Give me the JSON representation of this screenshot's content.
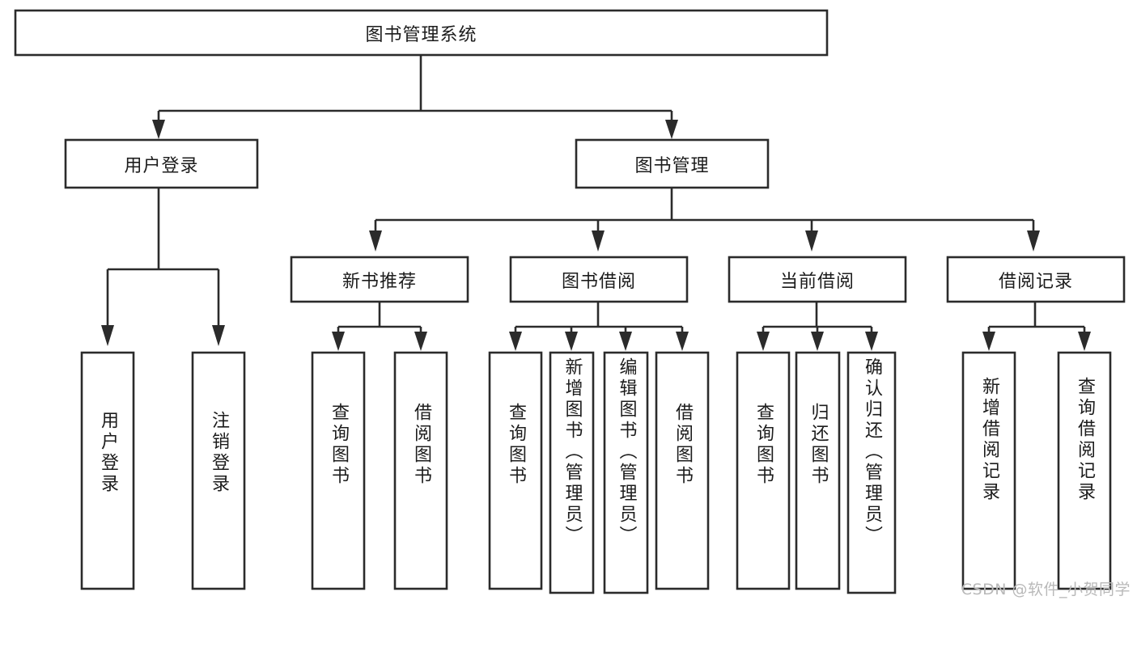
{
  "diagram": {
    "type": "hierarchy-tree",
    "title": "图书管理系统",
    "watermark": "CSDN @软件_小贺同学",
    "colors": {
      "background": "#ffffff",
      "stroke": "#2b2b2b",
      "text": "#1c1c1c",
      "watermark": "#b9b9b9"
    },
    "levels": [
      {
        "level": 1,
        "nodes": [
          {
            "id": "root",
            "label": "图书管理系统",
            "orientation": "horizontal"
          }
        ]
      },
      {
        "level": 2,
        "nodes": [
          {
            "id": "user-login",
            "label": "用户登录",
            "orientation": "horizontal",
            "parent": "root"
          },
          {
            "id": "book-manage",
            "label": "图书管理",
            "orientation": "horizontal",
            "parent": "root"
          }
        ]
      },
      {
        "level": 3,
        "nodes": [
          {
            "id": "new-book-rec",
            "label": "新书推荐",
            "orientation": "horizontal",
            "parent": "book-manage"
          },
          {
            "id": "book-borrow",
            "label": "图书借阅",
            "orientation": "horizontal",
            "parent": "book-manage"
          },
          {
            "id": "current-borrow",
            "label": "当前借阅",
            "orientation": "horizontal",
            "parent": "book-manage"
          },
          {
            "id": "borrow-record",
            "label": "借阅记录",
            "orientation": "horizontal",
            "parent": "book-manage"
          }
        ]
      },
      {
        "level": 4,
        "nodes": [
          {
            "id": "leaf-user-login",
            "label": "用户登录",
            "orientation": "vertical",
            "parent": "user-login"
          },
          {
            "id": "leaf-logout",
            "label": "注销登录",
            "orientation": "vertical",
            "parent": "user-login"
          },
          {
            "id": "leaf-query-book-1",
            "label": "查询图书",
            "orientation": "vertical",
            "parent": "new-book-rec"
          },
          {
            "id": "leaf-borrow-book-1",
            "label": "借阅图书",
            "orientation": "vertical",
            "parent": "new-book-rec"
          },
          {
            "id": "leaf-query-book-2",
            "label": "查询图书",
            "orientation": "vertical",
            "parent": "book-borrow"
          },
          {
            "id": "leaf-add-book",
            "label": "新增图书（管理员）",
            "orientation": "vertical",
            "parent": "book-borrow"
          },
          {
            "id": "leaf-edit-book",
            "label": "编辑图书（管理员）",
            "orientation": "vertical",
            "parent": "book-borrow"
          },
          {
            "id": "leaf-borrow-book-2",
            "label": "借阅图书",
            "orientation": "vertical",
            "parent": "book-borrow"
          },
          {
            "id": "leaf-query-book-3",
            "label": "查询图书",
            "orientation": "vertical",
            "parent": "current-borrow"
          },
          {
            "id": "leaf-return-book",
            "label": "归还图书",
            "orientation": "vertical",
            "parent": "current-borrow"
          },
          {
            "id": "leaf-confirm-return",
            "label": "确认归还（管理员）",
            "orientation": "vertical",
            "parent": "current-borrow"
          },
          {
            "id": "leaf-add-record",
            "label": "新增借阅记录",
            "orientation": "vertical",
            "parent": "borrow-record"
          },
          {
            "id": "leaf-query-record",
            "label": "查询借阅记录",
            "orientation": "vertical",
            "parent": "borrow-record"
          }
        ]
      }
    ]
  }
}
